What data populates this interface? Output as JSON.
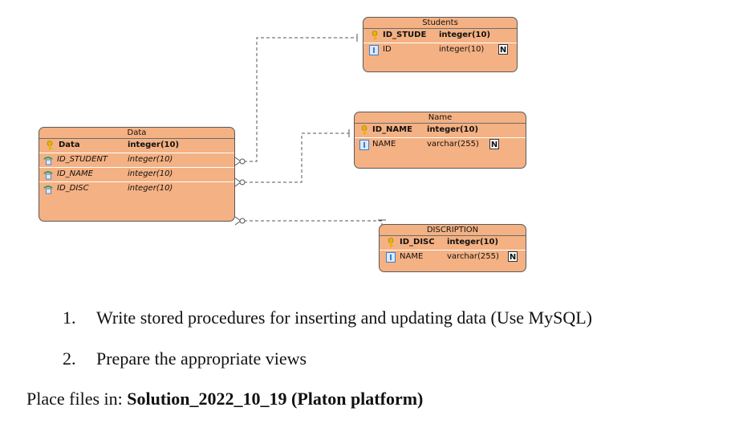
{
  "diagram": {
    "entities": {
      "students": {
        "title": "Students",
        "rows": [
          {
            "name": "ID_STUDE",
            "type": "integer(10)",
            "kind": "pk"
          },
          {
            "name": "ID",
            "type": "integer(10)",
            "kind": "col",
            "nullable": "N"
          }
        ]
      },
      "name": {
        "title": "Name",
        "rows": [
          {
            "name": "ID_NAME",
            "type": "integer(10)",
            "kind": "pk"
          },
          {
            "name": "NAME",
            "type": "varchar(255)",
            "kind": "col",
            "nullable": "N"
          }
        ]
      },
      "data": {
        "title": "Data",
        "rows": [
          {
            "name": "Data",
            "type": "integer(10)",
            "kind": "pk"
          },
          {
            "name": "ID_STUDENT",
            "type": "integer(10)",
            "kind": "fk"
          },
          {
            "name": "ID_NAME",
            "type": "integer(10)",
            "kind": "fk"
          },
          {
            "name": "ID_DISC",
            "type": "integer(10)",
            "kind": "fk"
          }
        ]
      },
      "discription": {
        "title": "DISCRIPTION",
        "rows": [
          {
            "name": "ID_DISC",
            "type": "integer(10)",
            "kind": "pk"
          },
          {
            "name": "NAME",
            "type": "varchar(255)",
            "kind": "col",
            "nullable": "N"
          }
        ]
      }
    },
    "colors": {
      "entity_fill": "#f4b183",
      "entity_border": "#5a5a5a",
      "key_icon": "#e8b400",
      "column_icon": "#3a7fd0",
      "fk_icon": "#2e9a6a",
      "line": "#555555"
    }
  },
  "tasks": [
    {
      "number": "1.",
      "text": "Write stored procedures for inserting and updating data (Use MySQL)"
    },
    {
      "number": "2.",
      "text": "Prepare the appropriate views"
    }
  ],
  "note": {
    "label": "Place files in: ",
    "value": "Solution_2022_10_19 (Platon platform)"
  }
}
